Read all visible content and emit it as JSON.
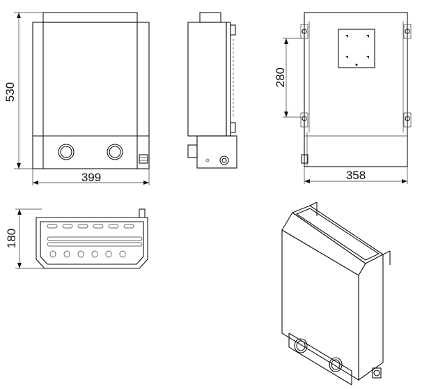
{
  "dimensions": {
    "front_height": "530",
    "front_width": "399",
    "back_width": "358",
    "back_mount_spacing": "280",
    "top_depth": "180"
  },
  "colors": {
    "line": "#111111",
    "background": "#ffffff"
  }
}
